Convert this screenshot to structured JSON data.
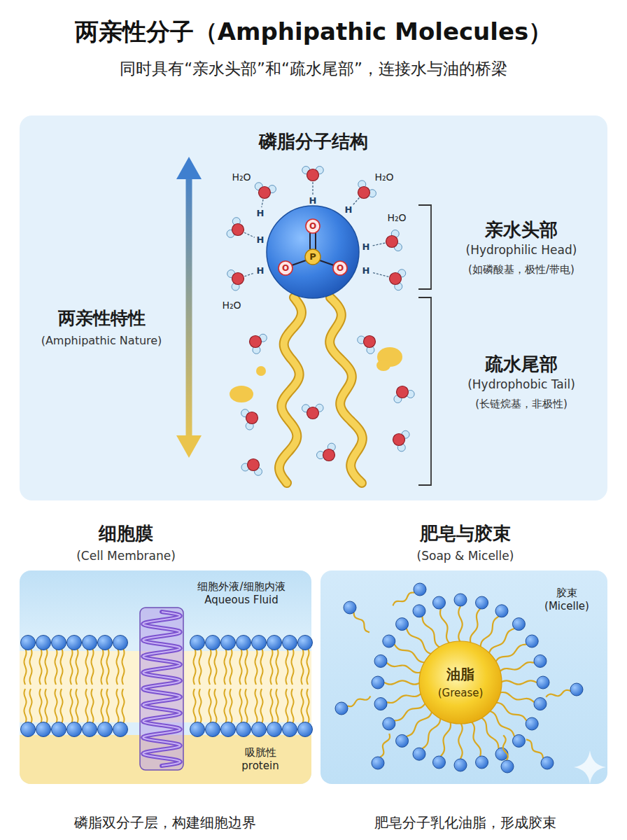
{
  "diagram": {
    "title": "两亲性分子（Amphipathic Molecules）",
    "nodes": [
      {
        "text": [
          "磷脂分子结构"
        ]
      },
      {
        "text": [
          "P"
        ],
        "in": 0
      },
      {
        "text": [
          "细胞膜",
          "(Cell Membrane)",
          "细胞外液/细胞内液 Aqueous Fluid",
          "吸胱性 protein",
          "磷脂双分子层，构建细胞边界"
        ]
      },
      {
        "text": [
          "肥皂与胶束",
          "(Soap & Micelle)",
          "胶束 (Micelle)",
          "肥皂分子乳化油脂，形成胶束"
        ]
      },
      {
        "text": [
          "油脂",
          "(Grease)"
        ],
        "in": 3
      }
    ],
    "labels": [
      "同时具有“亲水头部”和“疏水尾部”，连接水与油的桥梁",
      "两亲性特性",
      "(Amphipathic Nature)",
      "亲水头部",
      "(Hydrophilic Head)",
      "(如磷酸基，极性/带电)",
      "疏水尾部",
      "(Hydrophobic Tail)",
      "(长链烷基，非极性)",
      "H₂O",
      "H₂O",
      "H₂O",
      "H₂O",
      "H",
      "H",
      "H",
      "H",
      "H",
      "H",
      "H",
      "O",
      "O",
      "O"
    ]
  }
}
